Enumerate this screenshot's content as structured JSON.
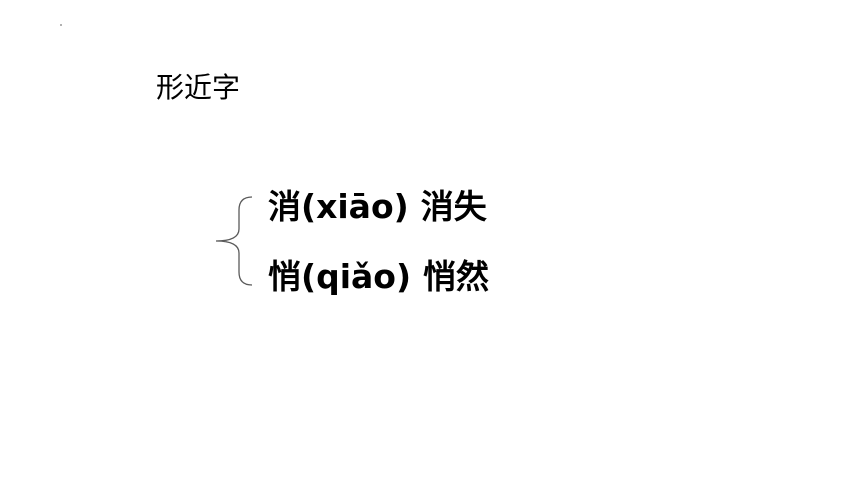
{
  "heading": "形近字",
  "entries": [
    {
      "char_pinyin": "消(xiāo)",
      "word": "消失"
    },
    {
      "char_pinyin": "悄(qiǎo)",
      "word": "悄然"
    }
  ],
  "colors": {
    "background": "#ffffff",
    "text": "#000000",
    "brace": "#5a5a5a"
  }
}
